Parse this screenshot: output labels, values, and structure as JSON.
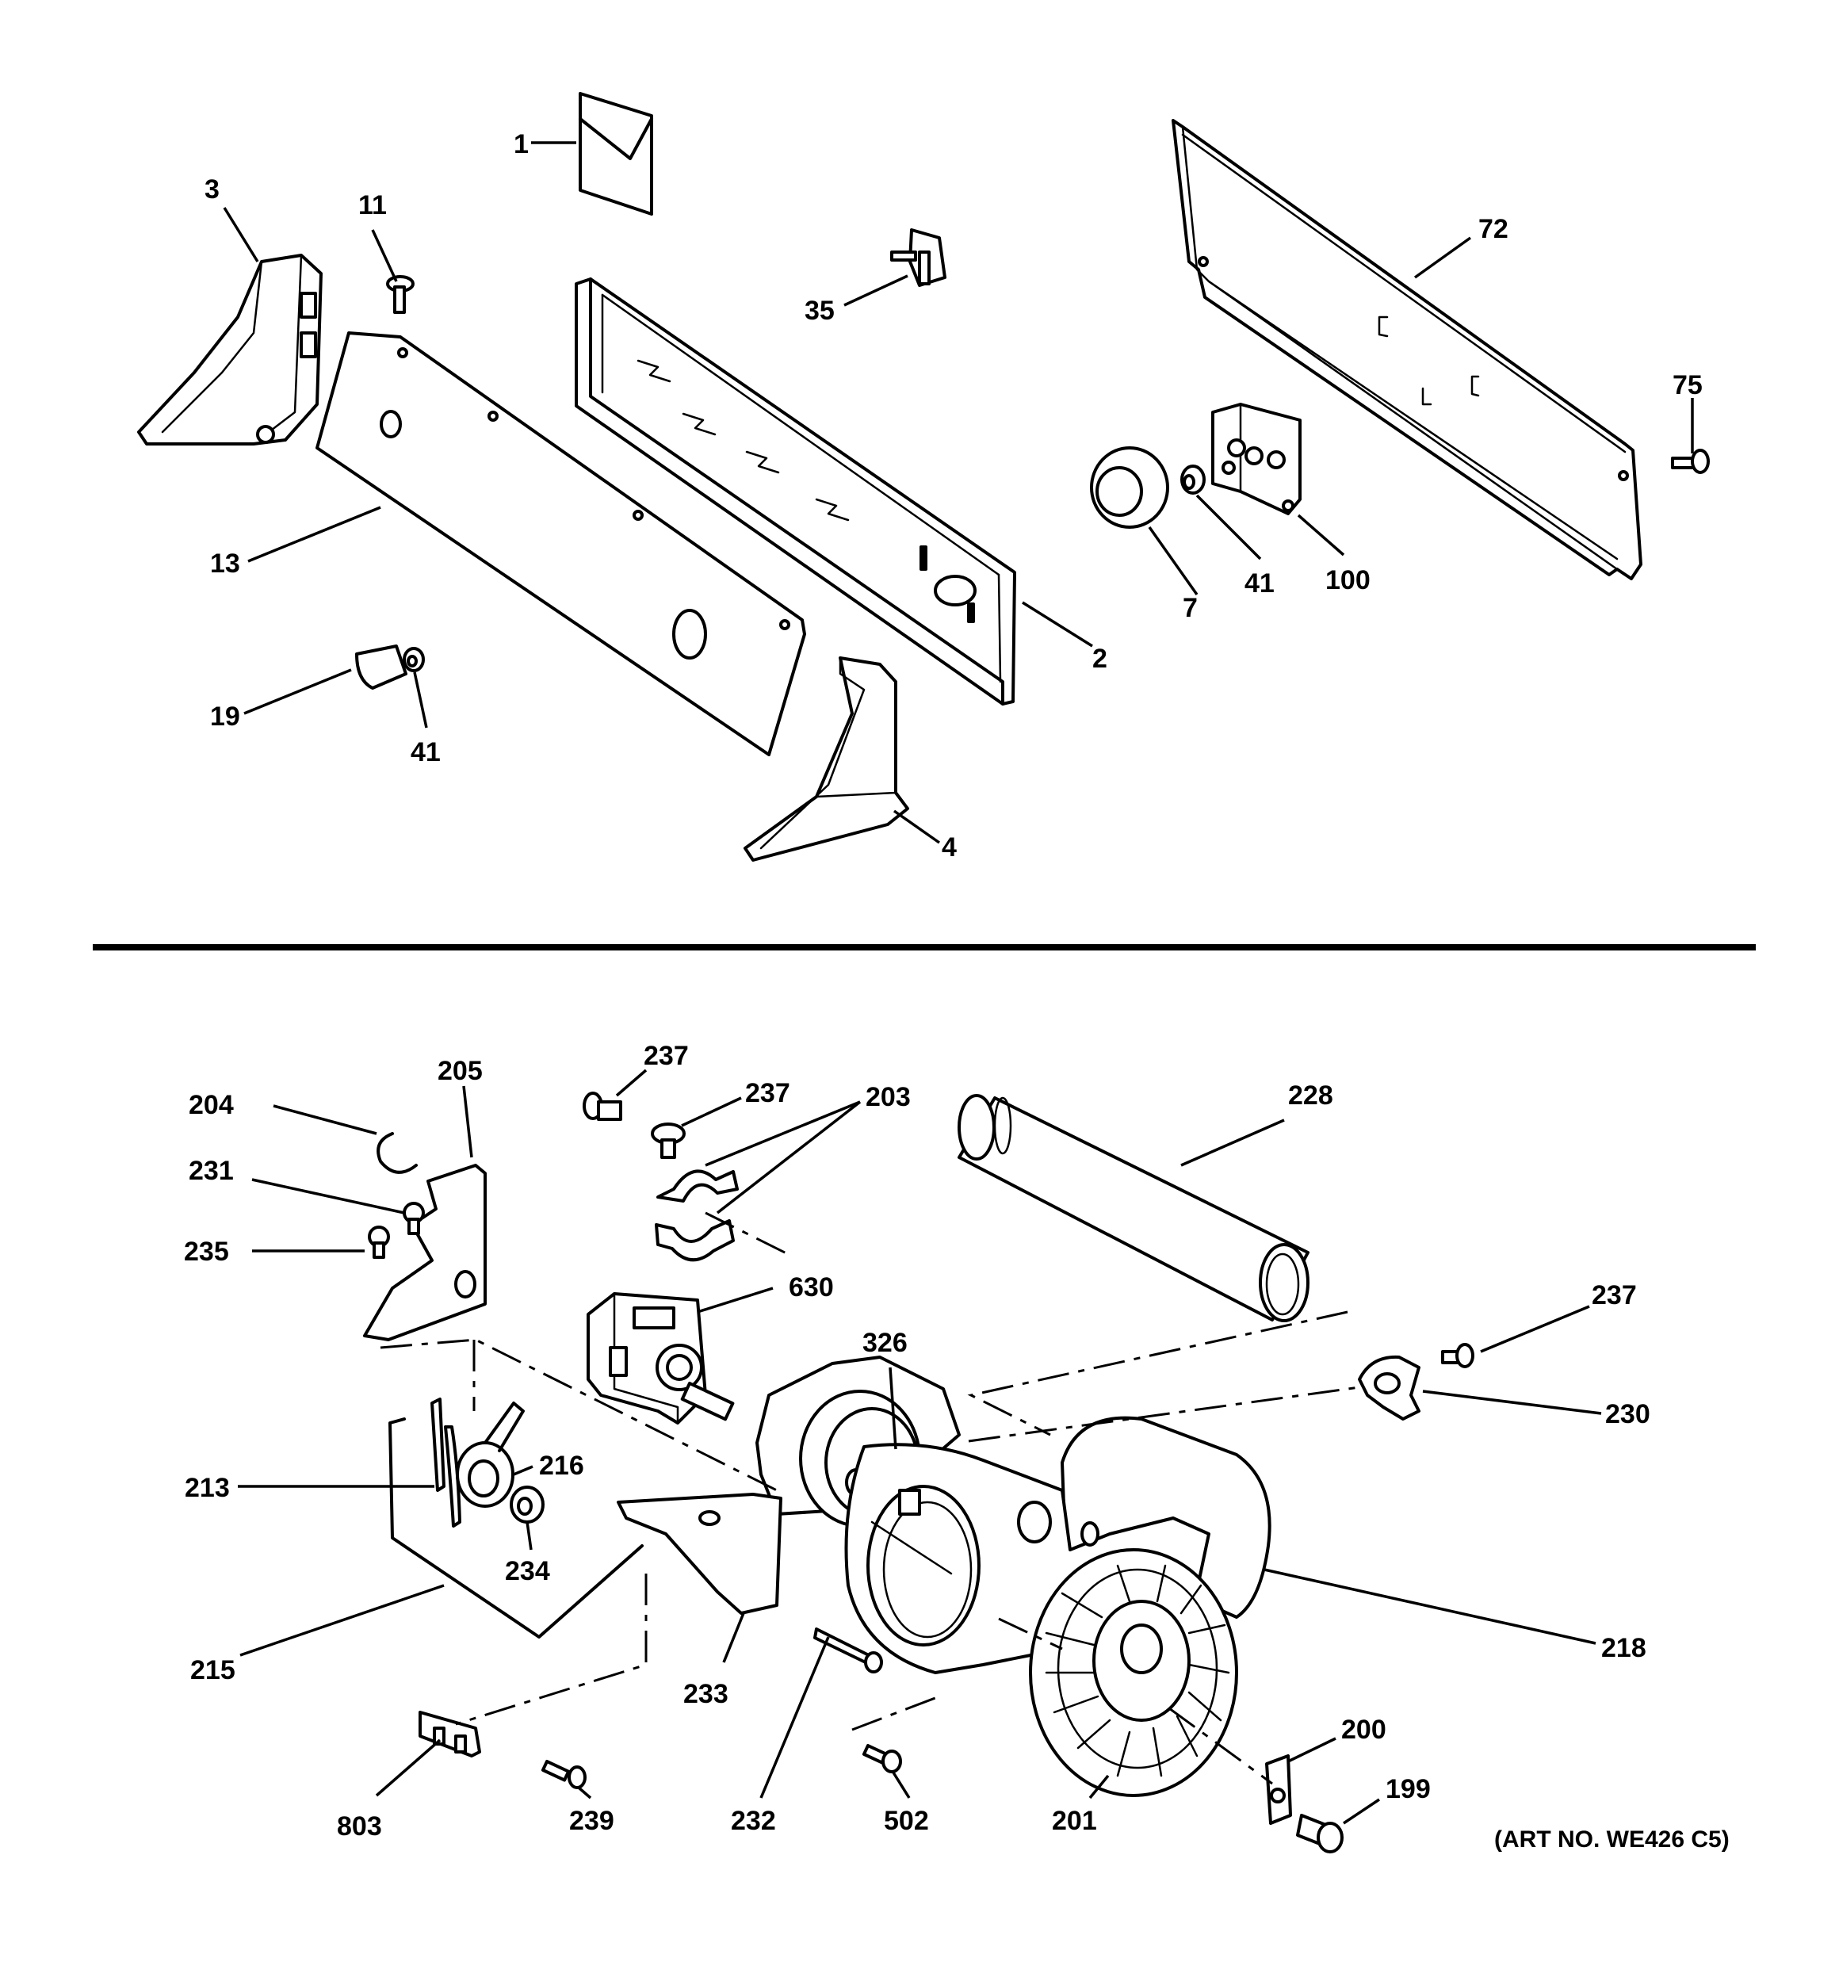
{
  "callouts": [
    "1",
    "3",
    "11",
    "35",
    "72",
    "75",
    "13",
    "2",
    "7",
    "41",
    "100",
    "19",
    "41",
    "4",
    "237",
    "237",
    "203",
    "204",
    "205",
    "231",
    "235",
    "228",
    "630",
    "326",
    "237",
    "230",
    "213",
    "216",
    "234",
    "215",
    "233",
    "232",
    "218",
    "803",
    "239",
    "502",
    "201",
    "200",
    "199"
  ],
  "art_number": "(ART NO. WE426 C5)"
}
